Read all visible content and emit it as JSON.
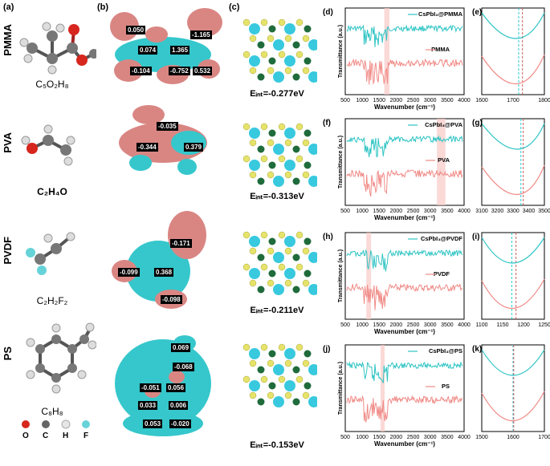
{
  "panel_labels": [
    "(a)",
    "(b)",
    "(c)",
    "(d)",
    "(e)",
    "(f)",
    "(g)",
    "(h)",
    "(i)",
    "(j)",
    "(k)"
  ],
  "rows": [
    {
      "name": "PMMA",
      "formula": "C₅O₂H₈",
      "eint": "Eᵢₙₜ=-0.277eV",
      "charges": [
        "0.050",
        "-1.165",
        "0.074",
        "1.365",
        "-0.104",
        "-0.752",
        "0.532"
      ]
    },
    {
      "name": "PVA",
      "formula": "C₂H₄O",
      "eint": "Eᵢₙₜ=-0.313eV",
      "charges": [
        "-0.035",
        "-0.344",
        "0.379"
      ]
    },
    {
      "name": "PVDF",
      "formula": "C₂H₂F₂",
      "eint": "Eᵢₙₜ=-0.211eV",
      "charges": [
        "-0.171",
        "-0.099",
        "0.368",
        "-0.098"
      ]
    },
    {
      "name": "PS",
      "formula": "C₈H₈",
      "eint": "Eᵢₙₜ=-0.153eV",
      "charges": [
        "0.069",
        "-0.068",
        "-0.051",
        "0.056",
        "0.033",
        "0.006",
        "0.053",
        "-0.020"
      ]
    }
  ],
  "atom_legend": [
    {
      "symbol": "O",
      "color": "#d6261e"
    },
    {
      "symbol": "C",
      "color": "#666666"
    },
    {
      "symbol": "H",
      "color": "#e6e6e6"
    },
    {
      "symbol": "F",
      "color": "#66d3d8"
    }
  ],
  "colors": {
    "composite": "#2fc4c4",
    "polymer": "#f08a86",
    "band": "#f8c9c6",
    "accent_red": "#c9605b",
    "accent_cyan": "#2ccad0"
  },
  "axis_text": {
    "ylabel": "Transmittance (a.u.)",
    "xlabel": "Wavenumber (cm⁻¹)"
  },
  "chart_data": [
    {
      "panel": "d",
      "type": "line",
      "series": [
        {
          "name": "CsPbI₃@PMMA"
        },
        {
          "name": "PMMA"
        }
      ],
      "xticks": [
        "500",
        "1000",
        "1500",
        "2000",
        "2500",
        "3000",
        "3500",
        "4000"
      ],
      "xlim": [
        500,
        4000
      ],
      "band": [
        1650,
        1800
      ]
    },
    {
      "panel": "e",
      "type": "line",
      "xticks": [
        "1600",
        "1700",
        "1800"
      ],
      "xlim": [
        1600,
        1800
      ],
      "dashed": [
        1718,
        1730
      ]
    },
    {
      "panel": "f",
      "type": "line",
      "series": [
        {
          "name": "CsPbI₃@PVA"
        },
        {
          "name": "PVA"
        }
      ],
      "xticks": [
        "500",
        "1000",
        "1500",
        "2000",
        "2500",
        "3000",
        "3500",
        "4000"
      ],
      "xlim": [
        500,
        4000
      ],
      "band": [
        3200,
        3450
      ]
    },
    {
      "panel": "g",
      "type": "line",
      "xticks": [
        "3100",
        "3200",
        "3300",
        "3400",
        "3500"
      ],
      "xlim": [
        3100,
        3500
      ],
      "dashed": [
        3350,
        3365
      ]
    },
    {
      "panel": "h",
      "type": "line",
      "series": [
        {
          "name": "CsPbI₃@PVDF"
        },
        {
          "name": "PVDF"
        }
      ],
      "xticks": [
        "500",
        "1000",
        "1500",
        "2000",
        "2500",
        "3000",
        "3500",
        "4000"
      ],
      "xlim": [
        500,
        4000
      ],
      "band": [
        1120,
        1260
      ]
    },
    {
      "panel": "i",
      "type": "line",
      "xticks": [
        "1100",
        "1150",
        "1200",
        "1250"
      ],
      "xlim": [
        1100,
        1250
      ],
      "dashed": [
        1172,
        1182
      ]
    },
    {
      "panel": "j",
      "type": "line",
      "series": [
        {
          "name": "CsPbI₃@PS"
        },
        {
          "name": "PS"
        }
      ],
      "xticks": [
        "500",
        "1000",
        "1500",
        "2000",
        "2500",
        "3000",
        "3500",
        "4000"
      ],
      "xlim": [
        500,
        4000
      ],
      "band": [
        1540,
        1660
      ]
    },
    {
      "panel": "k",
      "type": "line",
      "xticks": [
        "1500",
        "1600",
        "1700"
      ],
      "xlim": [
        1500,
        1700
      ],
      "dashed": [
        1600,
        1602
      ]
    }
  ]
}
